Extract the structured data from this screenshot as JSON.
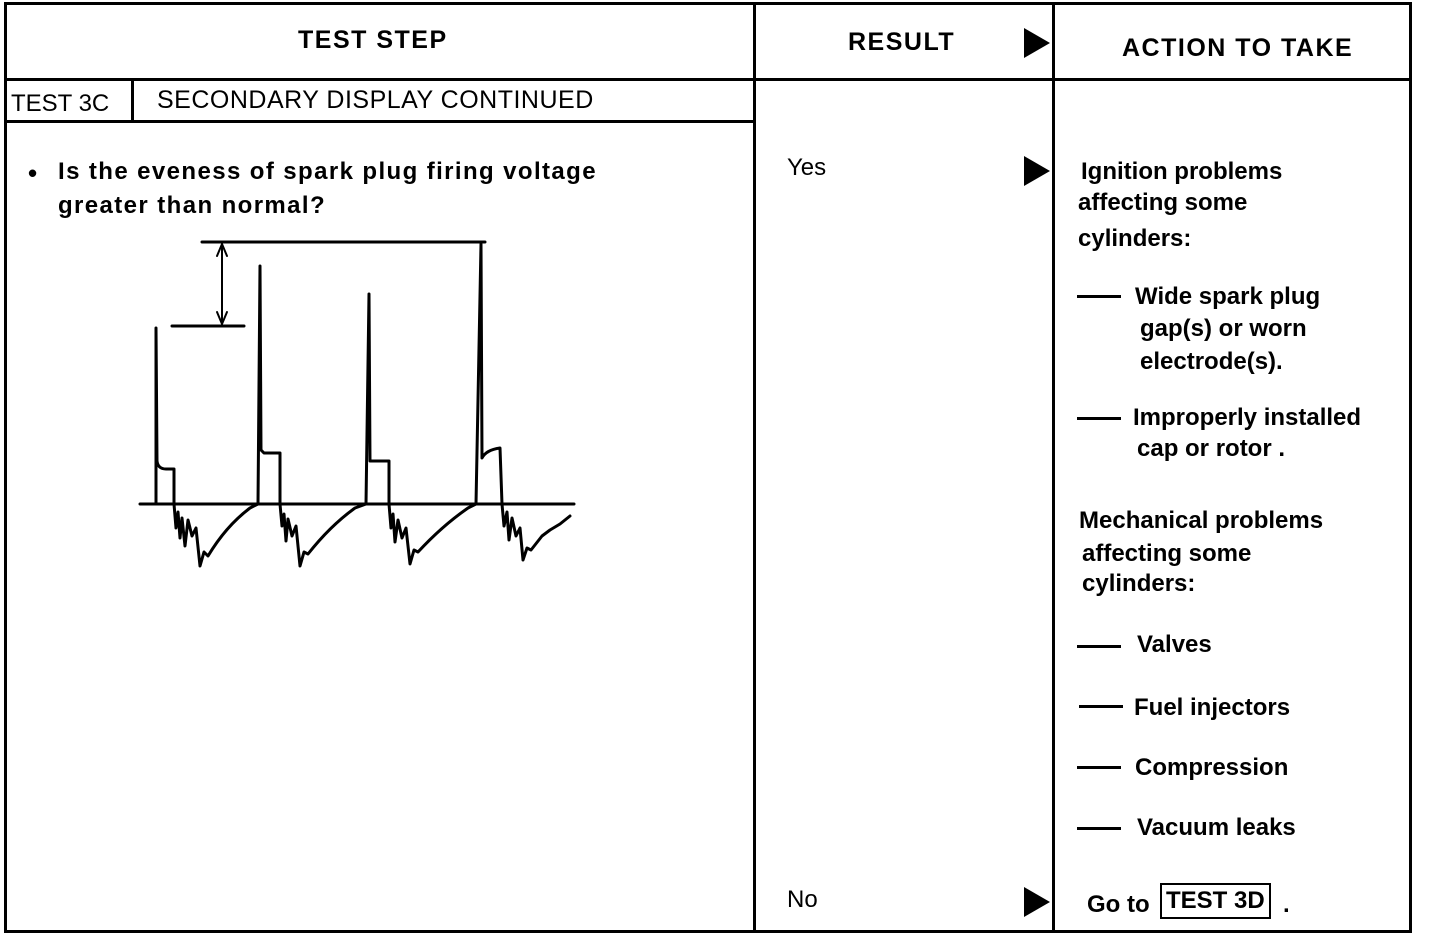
{
  "headers": {
    "test_step": "TEST STEP",
    "result": "RESULT",
    "action": "ACTION TO TAKE"
  },
  "test": {
    "id": "TEST 3C",
    "title": "SECONDARY DISPLAY CONTINUED"
  },
  "question": {
    "bullet": "•",
    "line1": "Is the eveness of spark plug firing voltage",
    "line2": "greater than normal?"
  },
  "results": {
    "yes": "Yes",
    "no": "No"
  },
  "actions": {
    "ignition_heading": [
      "Ignition problems",
      "affecting some",
      "cylinders:"
    ],
    "ignition_items": [
      [
        "Wide spark plug",
        "gap(s) or worn",
        "electrode(s)."
      ],
      [
        "Improperly installed",
        "cap or rotor ."
      ]
    ],
    "mechanical_heading": [
      "Mechanical problems",
      "affecting some",
      "cylinders:"
    ],
    "mechanical_items": [
      "Valves",
      "Fuel injectors",
      "Compression",
      "Vacuum leaks"
    ],
    "goto_prefix": "Go to",
    "goto_test": "TEST 3D",
    "goto_suffix": "."
  },
  "colors": {
    "ink": "#000000",
    "paper": "#ffffff"
  },
  "icons": [
    "result-arrow-icon",
    "bullet-icon"
  ]
}
